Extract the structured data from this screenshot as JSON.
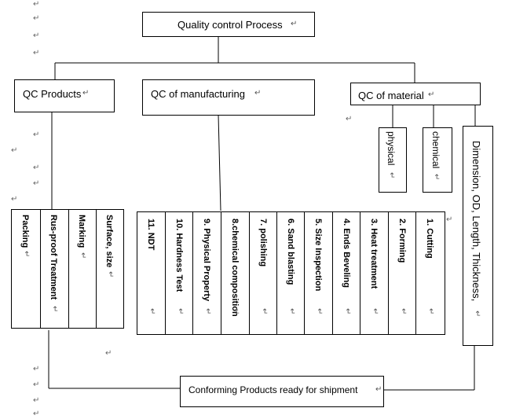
{
  "title": "Quality control Process",
  "branches": {
    "products": "QC Products",
    "manufacturing": "QC of manufacturing",
    "material": "QC of material"
  },
  "material_items": [
    "physical",
    "chemical",
    "Dimension, OD, Length, Thickness,"
  ],
  "product_items": [
    "Packing",
    "Rus-proof Treatment",
    "Marking",
    "Surface, size"
  ],
  "manufacturing_steps": [
    "11. NDT",
    "10. Hardness Test",
    "9. Physical Property",
    "8.chemical composition",
    "7. polishing",
    "6. Sand blasting",
    "5. Size Inspection",
    "4. Ends Beveling",
    "3. Heat treatment",
    "2. Forming",
    "1.   Cutting"
  ],
  "result": "Conforming  Products  ready for shipment",
  "return_mark": "↵"
}
